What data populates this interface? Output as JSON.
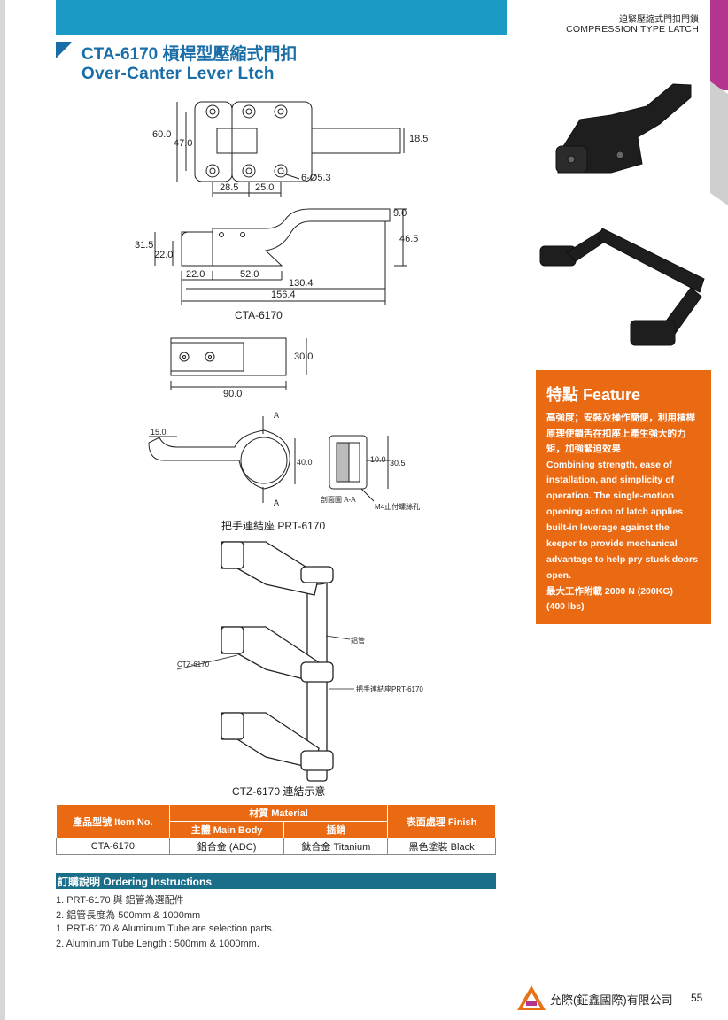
{
  "header": {
    "category_zh": "迫緊壓縮式門扣門鎖",
    "category_en": "COMPRESSION TYPE LATCH"
  },
  "title": {
    "zh": "CTA-6170 槓桿型壓縮式門扣",
    "en": "Over-Canter Lever Ltch"
  },
  "drawings": {
    "top_view_dims": [
      "60.0",
      "47.0",
      "28.5",
      "25.0",
      "6-Ø5.3",
      "18.5"
    ],
    "side_view_dims": [
      "9.0",
      "46.5",
      "31.5",
      "22.0",
      "22.0",
      "52.0",
      "130.4",
      "156.4"
    ],
    "side_view_label": "CTA-6170",
    "plate_dims": [
      "30.0",
      "90.0"
    ],
    "handle_dims": [
      "A",
      "15.0",
      "40.0",
      "A"
    ],
    "section_dims": [
      "10.0",
      "30.5"
    ],
    "section_label": "剖面圖 A-A",
    "screw_label": "M4止付螺絲孔",
    "handle_caption": "把手連結座 PRT-6170",
    "assembly_labels": {
      "tube": "鋁管",
      "latch": "CTZ-6170",
      "base": "把手連結座PRT-6170"
    },
    "assembly_caption": "CTZ-6170 連結示意"
  },
  "feature": {
    "title": "特點 Feature",
    "zh_text": "高強度；安裝及操作簡便，利用槓桿原理使鎖舌在扣座上產生強大的力矩，加強緊迫效果",
    "en_text": "Combining strength, ease of installation, and simplicity of operation. The single-motion opening action of latch applies built-in leverage against the keeper to provide mechanical advantage to help pry stuck doors open.",
    "load_zh": "最大工作附載 2000 N (200KG)",
    "load_lbs": "(400 lbs)"
  },
  "spec_table": {
    "item_header": "產品型號 Item No.",
    "material_header": "材質 Material",
    "main_body_header": "主體 Main Body",
    "pin_header": "插銷",
    "finish_header": "表面處理 Finish",
    "rows": [
      {
        "item": "CTA-6170",
        "main_body": "鋁合金 (ADC)",
        "pin": "鈦合金 Titanium",
        "finish": "黑色塗裝 Black"
      }
    ]
  },
  "ordering": {
    "title": "訂購說明 Ordering Instructions",
    "lines": [
      "1. PRT-6170 與 鋁管為選配件",
      "2. 鋁管長度為 500mm & 1000mm",
      "1. PRT-6170 & Aluminum Tube are selection parts.",
      "2. Aluminum Tube Length : 500mm & 1000mm."
    ]
  },
  "footer": {
    "company": "允際(鉦鑫國際)有限公司",
    "page": "55"
  }
}
